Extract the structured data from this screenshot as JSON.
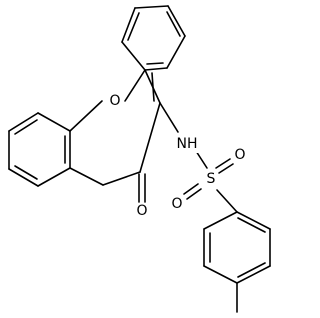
{
  "molecule": {
    "atoms": {
      "ring_oxygen": "O",
      "nitrogen": "NH",
      "carbonyl_oxygen": "O",
      "sulfur": "S",
      "sulfonyl_oxygen_top": "O",
      "sulfonyl_oxygen_bottom": "O"
    }
  },
  "colors": {
    "bond": "#000000",
    "background": "#ffffff"
  }
}
